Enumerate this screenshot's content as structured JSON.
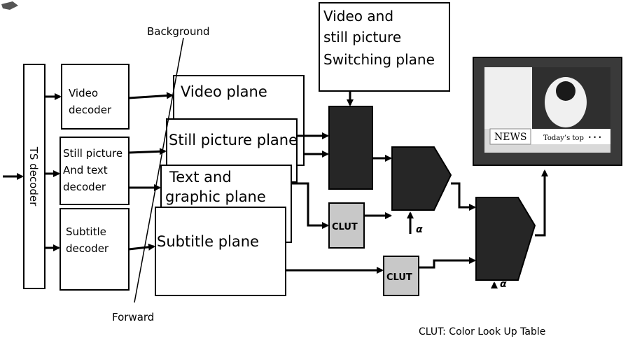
{
  "labels": {
    "background": "Background",
    "forward": "Forward",
    "ts_decoder": "TS decoder",
    "video_decoder": [
      "Video",
      "decoder"
    ],
    "still_text_decoder": [
      "Still picture",
      "And text",
      "decoder"
    ],
    "subtitle_decoder": [
      "Subtitle",
      "decoder"
    ],
    "video_plane": "Video plane",
    "still_plane": "Still picture plane",
    "text_graphic_plane": [
      "Text and",
      "graphic plane"
    ],
    "subtitle_plane": "Subtitle plane",
    "switching_plane": [
      "Video and",
      "still picture",
      "Switching plane"
    ],
    "clut": "CLUT",
    "alpha": "α",
    "tv_news": "NEWS",
    "tv_ticker": "Today’s top",
    "tv_dots": "• • •",
    "legend": "CLUT: Color Look Up Table"
  },
  "colors": {
    "mixer": "#262626",
    "clut_fill": "#c8c8c8",
    "tv_body": "#3a3a3a",
    "tv_screen": "#d9d9d9"
  }
}
